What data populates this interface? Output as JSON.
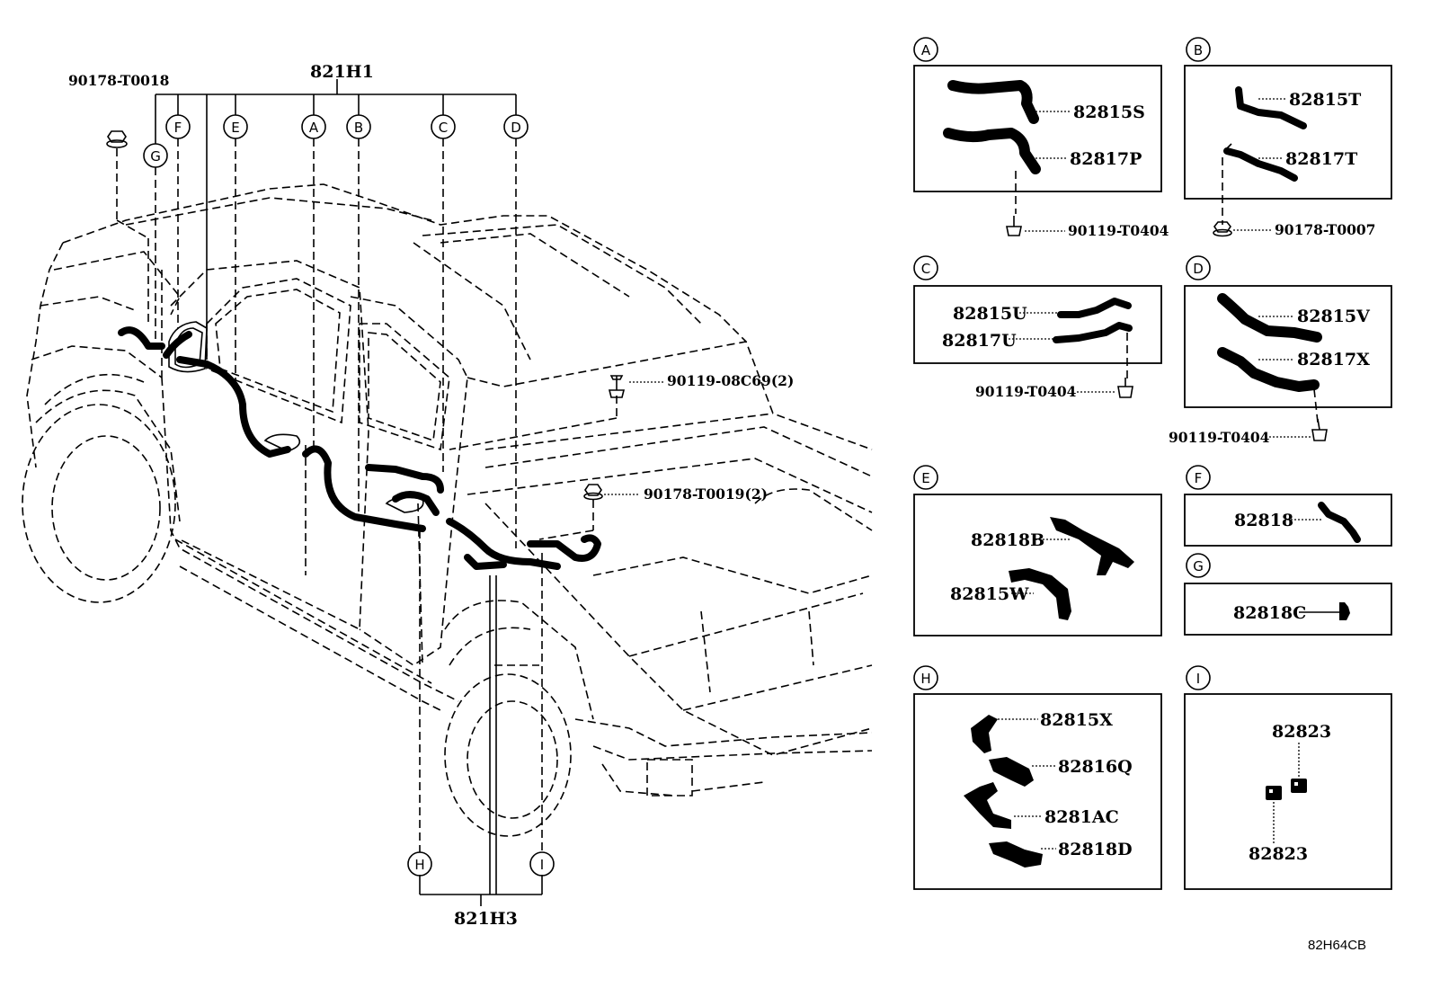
{
  "main": {
    "top_assembly": "821H1",
    "bottom_assembly": "821H3",
    "callouts": {
      "a": "A",
      "b": "B",
      "c": "C",
      "d": "D",
      "e": "E",
      "f": "F",
      "g": "G",
      "h": "H",
      "i": "I"
    },
    "fasteners": {
      "top_left": "90178-T0018",
      "right_upper": "90119-08C69(2)",
      "right_lower": "90178-T0019(2)"
    }
  },
  "panels": {
    "a": {
      "parts": [
        "82815S",
        "82817P"
      ],
      "fastener": "90119-T0404"
    },
    "b": {
      "parts": [
        "82815T",
        "82817T"
      ],
      "fastener": "90178-T0007"
    },
    "c": {
      "parts": [
        "82815U",
        "82817U"
      ],
      "fastener": "90119-T0404"
    },
    "d": {
      "parts": [
        "82815V",
        "82817X"
      ],
      "fastener": "90119-T0404"
    },
    "e": {
      "parts": [
        "82818B",
        "82815W"
      ]
    },
    "f": {
      "parts": [
        "82818"
      ]
    },
    "g": {
      "parts": [
        "82818C"
      ]
    },
    "h": {
      "parts": [
        "82815X",
        "82816Q",
        "8281AC",
        "82818D"
      ]
    },
    "i": {
      "parts": [
        "82823",
        "82823"
      ]
    }
  },
  "diagram_code": "82H64CB",
  "icons": {
    "flange_nut": "nut-icon",
    "bolt": "bolt-icon",
    "clip": "clip-icon"
  }
}
